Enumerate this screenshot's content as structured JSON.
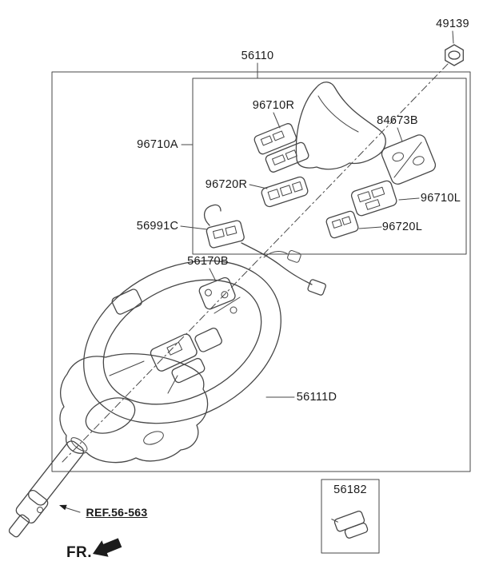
{
  "labels": {
    "p49139": "49139",
    "p56110": "56110",
    "p96710R": "96710R",
    "p84673B": "84673B",
    "p96710A": "96710A",
    "p96720R": "96720R",
    "p96710L": "96710L",
    "p96720L": "96720L",
    "p56991C": "56991C",
    "p56170B": "56170B",
    "p56111D": "56111D",
    "p56182": "56182"
  },
  "annotations": {
    "ref": "REF.56-563",
    "fr": "FR."
  },
  "colors": {
    "line": "#474747",
    "label_text": "#1a1a1a",
    "background": "#ffffff"
  }
}
